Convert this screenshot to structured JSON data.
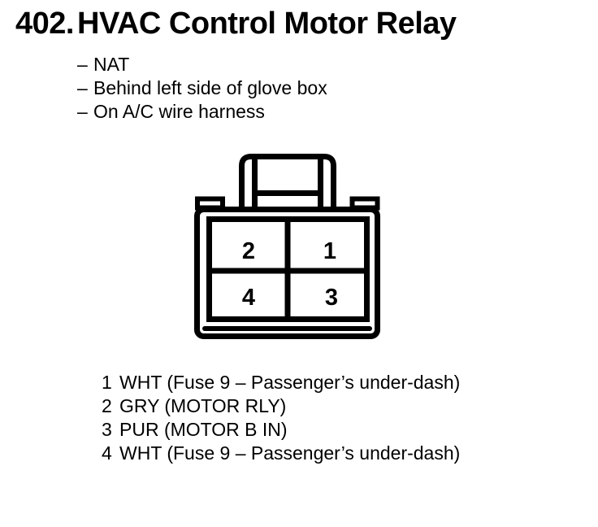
{
  "page": {
    "background_color": "#ffffff",
    "ink_color": "#000000"
  },
  "header": {
    "section_number": "402.",
    "title": "HVAC Control Motor Relay"
  },
  "notes": [
    {
      "dash": "–",
      "text": "NAT"
    },
    {
      "dash": "–",
      "text": "Behind left side of glove box"
    },
    {
      "dash": "–",
      "text": "On A/C wire harness"
    }
  ],
  "connector": {
    "description": "4-cavity connector, front view, latch tab on top",
    "pins": [
      {
        "position": "top-left",
        "number": "2"
      },
      {
        "position": "top-right",
        "number": "1"
      },
      {
        "position": "bottom-left",
        "number": "4"
      },
      {
        "position": "bottom-right",
        "number": "3"
      }
    ]
  },
  "legend": [
    {
      "pin": "1",
      "wire": "WHT (Fuse 9 – Passenger’s under-dash)"
    },
    {
      "pin": "2",
      "wire": "GRY (MOTOR RLY)"
    },
    {
      "pin": "3",
      "wire": "PUR (MOTOR B IN)"
    },
    {
      "pin": "4",
      "wire": "WHT (Fuse 9 – Passenger’s under-dash)"
    }
  ]
}
